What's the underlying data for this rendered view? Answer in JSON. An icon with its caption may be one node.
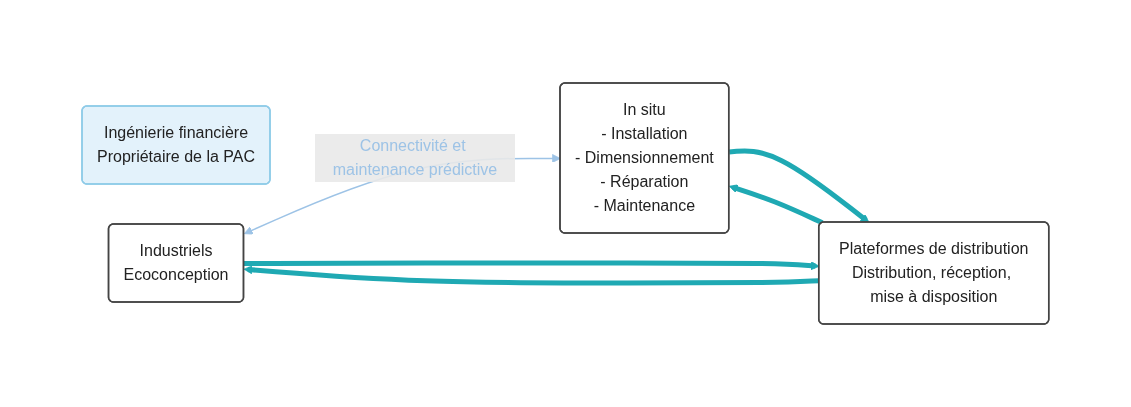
{
  "diagram": {
    "nodes": [
      {
        "text": [
          "Ingénierie financière",
          "Propriétaire de la PAC"
        ]
      },
      {
        "text": [
          "Industriels",
          "Ecoconception"
        ]
      },
      {
        "text": [
          "Plateformes de distribution",
          "Distribution, réception, mise à disposition"
        ]
      },
      {
        "text": [
          "In situ",
          "- Installation",
          "- Dimensionnement",
          "- Réparation",
          "- Maintenance"
        ]
      }
    ],
    "edges": [
      {
        "from": 1,
        "to": 3,
        "arrow": "both",
        "label": "Connectivité et maintenance prédictive",
        "color": "#9dc3e6"
      },
      {
        "from": 1,
        "to": 2,
        "arrow": "to"
      },
      {
        "from": 2,
        "to": 1,
        "arrow": "to"
      },
      {
        "from": 2,
        "to": 3,
        "arrow": "to"
      },
      {
        "from": 3,
        "to": 2,
        "arrow": "to"
      }
    ]
  }
}
